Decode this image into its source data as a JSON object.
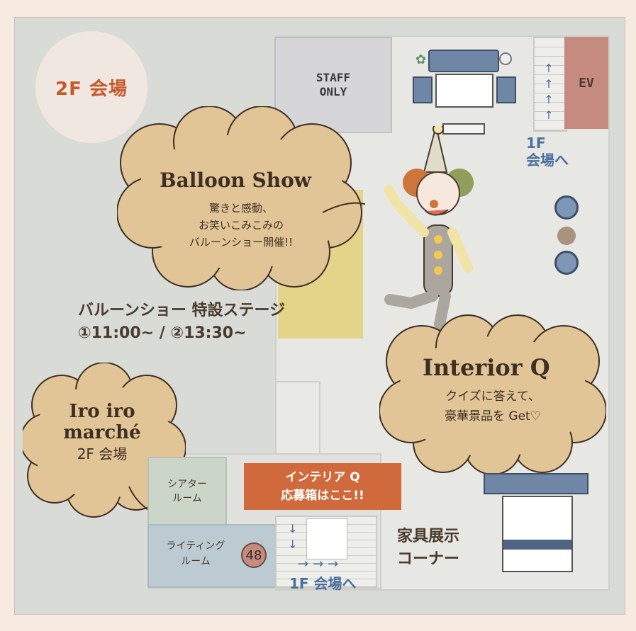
{
  "floor_label": "2F 会場",
  "staff_only": [
    "STAFF",
    "ONLY"
  ],
  "ev_label": "EV",
  "to_1f_top": [
    "1F",
    "会場へ"
  ],
  "balloon_show": {
    "title": "Balloon Show",
    "lines": [
      "驚きと感動、",
      "お笑いこみこみの",
      "バルーンショー開催!!"
    ]
  },
  "stage": {
    "name": "バルーンショー 特設ステージ",
    "times": "①11:00~ / ②13:30~"
  },
  "interior_q": {
    "title": "Interior Q",
    "lines": [
      "クイズに答えて、",
      "豪華景品を Get♡"
    ]
  },
  "iroiro": {
    "lines": [
      "Iro iro",
      "marché",
      "2F 会場"
    ]
  },
  "theater_room": [
    "シアター",
    "ルーム"
  ],
  "lighting_room": [
    "ライティング",
    "ルーム"
  ],
  "lighting_number": "48",
  "entry_box": [
    "インテリア Q",
    "応募箱はここ!!"
  ],
  "furniture_exhibit": [
    "家具展示",
    "コーナー"
  ],
  "to_1f_bottom": "1F 会場へ",
  "colors": {
    "background": "#f7ebe1",
    "floor": "#e7e7e3",
    "accent_orange": "#d06a3c",
    "cloud": "#e2c596",
    "ev": "#c58b80",
    "link_blue": "#4a6ea0"
  }
}
